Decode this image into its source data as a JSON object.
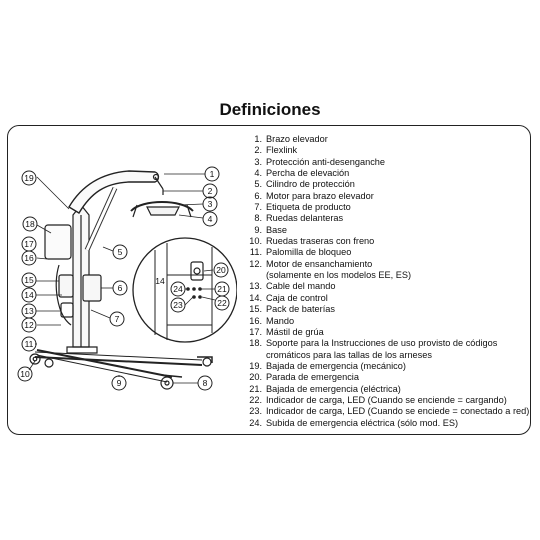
{
  "title": "Definiciones",
  "callouts": {
    "c1": "1",
    "c2": "2",
    "c3": "3",
    "c4": "4",
    "c5": "5",
    "c6": "6",
    "c7": "7",
    "c8": "8",
    "c9": "9",
    "c10": "10",
    "c11": "11",
    "c12": "12",
    "c13": "13",
    "c14": "14",
    "c15": "15",
    "c16": "16",
    "c17": "17",
    "c18": "18",
    "c19": "19",
    "c20": "20",
    "c21": "21",
    "c22": "22",
    "c23": "23",
    "c24": "24"
  },
  "legend": [
    {
      "num": "1.",
      "lines": [
        "Brazo elevador"
      ]
    },
    {
      "num": "2.",
      "lines": [
        "Flexlink"
      ]
    },
    {
      "num": "3.",
      "lines": [
        "Protección anti-desenganche"
      ]
    },
    {
      "num": "4.",
      "lines": [
        "Percha de elevación"
      ]
    },
    {
      "num": "5.",
      "lines": [
        "Cilindro de protección"
      ]
    },
    {
      "num": "6.",
      "lines": [
        "Motor para brazo elevador"
      ]
    },
    {
      "num": "7.",
      "lines": [
        "Etiqueta de producto"
      ]
    },
    {
      "num": "8.",
      "lines": [
        "Ruedas delanteras"
      ]
    },
    {
      "num": "9.",
      "lines": [
        "Base"
      ]
    },
    {
      "num": "10.",
      "lines": [
        "Ruedas traseras con freno"
      ]
    },
    {
      "num": "11.",
      "lines": [
        "Palomilla de bloqueo"
      ]
    },
    {
      "num": "12.",
      "lines": [
        "Motor de ensanchamiento",
        "(solamente en los modelos EE, ES)"
      ]
    },
    {
      "num": "13.",
      "lines": [
        "Cable del mando"
      ]
    },
    {
      "num": "14.",
      "lines": [
        "Caja de control"
      ]
    },
    {
      "num": "15.",
      "lines": [
        "Pack de baterías"
      ]
    },
    {
      "num": "16.",
      "lines": [
        "Mando"
      ]
    },
    {
      "num": "17.",
      "lines": [
        "Mástil de grúa"
      ]
    },
    {
      "num": "18.",
      "lines": [
        "Soporte para la Instrucciones de uso provisto de códigos",
        "cromáticos para las tallas de los arneses"
      ]
    },
    {
      "num": "19.",
      "lines": [
        "Bajada de emergencia (mecánico)"
      ]
    },
    {
      "num": "20.",
      "lines": [
        "Parada de emergencia"
      ]
    },
    {
      "num": "21.",
      "lines": [
        "Bajada de emergencia (eléctrica)"
      ]
    },
    {
      "num": "22.",
      "lines": [
        "Indicador de carga, LED (Cuando se enciende = cargando)"
      ]
    },
    {
      "num": "23.",
      "lines": [
        "Indicador de carga, LED (Cuando se enciede = conectado a red)"
      ]
    },
    {
      "num": "24.",
      "lines": [
        "Subida de emergencia eléctrica (sólo mod. ES)"
      ]
    }
  ]
}
